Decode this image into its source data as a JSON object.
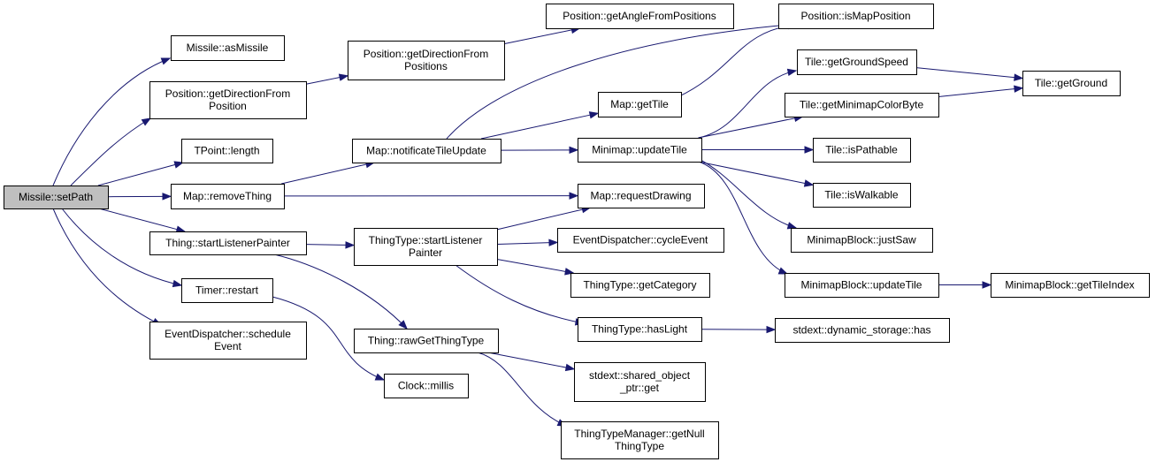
{
  "diagram": {
    "type": "call-graph",
    "nodes": [
      {
        "id": "missile_setpath",
        "lines": [
          "Missile::setPath"
        ],
        "root": true
      },
      {
        "id": "missile_asmissile",
        "lines": [
          "Missile::asMissile"
        ]
      },
      {
        "id": "position_getdirection",
        "lines": [
          "Position::getDirectionFrom",
          "Position"
        ]
      },
      {
        "id": "tpoint_length",
        "lines": [
          "TPoint::length"
        ]
      },
      {
        "id": "map_removething",
        "lines": [
          "Map::removeThing"
        ]
      },
      {
        "id": "thing_startlistenerpainter",
        "lines": [
          "Thing::startListenerPainter"
        ]
      },
      {
        "id": "timer_restart",
        "lines": [
          "Timer::restart"
        ]
      },
      {
        "id": "eventdispatcher_scheduleevent",
        "lines": [
          "EventDispatcher::schedule",
          "Event"
        ]
      },
      {
        "id": "position_getdirection_positions",
        "lines": [
          "Position::getDirectionFrom",
          "Positions"
        ]
      },
      {
        "id": "map_notificatetileupdate",
        "lines": [
          "Map::notificateTileUpdate"
        ]
      },
      {
        "id": "thingtype_startlistenerpainter",
        "lines": [
          "ThingType::startListener",
          "Painter"
        ]
      },
      {
        "id": "thing_rawgetthingtype",
        "lines": [
          "Thing::rawGetThingType"
        ]
      },
      {
        "id": "clock_millis",
        "lines": [
          "Clock::millis"
        ]
      },
      {
        "id": "position_getanglefrompositions",
        "lines": [
          "Position::getAngleFromPositions"
        ]
      },
      {
        "id": "map_gettile",
        "lines": [
          "Map::getTile"
        ]
      },
      {
        "id": "minimap_updatetile",
        "lines": [
          "Minimap::updateTile"
        ]
      },
      {
        "id": "map_requestdrawing",
        "lines": [
          "Map::requestDrawing"
        ]
      },
      {
        "id": "eventdispatcher_cycleevent",
        "lines": [
          "EventDispatcher::cycleEvent"
        ]
      },
      {
        "id": "thingtype_getcategory",
        "lines": [
          "ThingType::getCategory"
        ]
      },
      {
        "id": "thingtype_haslight",
        "lines": [
          "ThingType::hasLight"
        ]
      },
      {
        "id": "stdext_sharedobjectptr_get",
        "lines": [
          "stdext::shared_object",
          "_ptr::get"
        ]
      },
      {
        "id": "thingtypemanager_getnullthingtype",
        "lines": [
          "ThingTypeManager::getNull",
          "ThingType"
        ]
      },
      {
        "id": "position_ismapposition",
        "lines": [
          "Position::isMapPosition"
        ]
      },
      {
        "id": "tile_getgroundspeed",
        "lines": [
          "Tile::getGroundSpeed"
        ]
      },
      {
        "id": "tile_getminimapcolorbyte",
        "lines": [
          "Tile::getMinimapColorByte"
        ]
      },
      {
        "id": "tile_ispathable",
        "lines": [
          "Tile::isPathable"
        ]
      },
      {
        "id": "tile_iswalkable",
        "lines": [
          "Tile::isWalkable"
        ]
      },
      {
        "id": "minimapblock_justsaw",
        "lines": [
          "MinimapBlock::justSaw"
        ]
      },
      {
        "id": "minimapblock_updatetile",
        "lines": [
          "MinimapBlock::updateTile"
        ]
      },
      {
        "id": "stdext_dynamicstorage_has",
        "lines": [
          "stdext::dynamic_storage::has"
        ]
      },
      {
        "id": "tile_getground",
        "lines": [
          "Tile::getGround"
        ]
      },
      {
        "id": "minimapblock_gettileindex",
        "lines": [
          "MinimapBlock::getTileIndex"
        ]
      }
    ],
    "edges": [
      {
        "from": "missile_setpath",
        "to": "missile_asmissile"
      },
      {
        "from": "missile_setpath",
        "to": "position_getdirection"
      },
      {
        "from": "missile_setpath",
        "to": "tpoint_length"
      },
      {
        "from": "missile_setpath",
        "to": "map_removething"
      },
      {
        "from": "missile_setpath",
        "to": "thing_startlistenerpainter"
      },
      {
        "from": "missile_setpath",
        "to": "timer_restart"
      },
      {
        "from": "missile_setpath",
        "to": "eventdispatcher_scheduleevent"
      },
      {
        "from": "position_getdirection",
        "to": "position_getdirection_positions"
      },
      {
        "from": "position_getdirection_positions",
        "to": "position_getanglefrompositions"
      },
      {
        "from": "map_removething",
        "to": "map_notificatetileupdate"
      },
      {
        "from": "map_removething",
        "to": "map_requestdrawing"
      },
      {
        "from": "map_notificatetileupdate",
        "to": "position_ismapposition"
      },
      {
        "from": "map_notificatetileupdate",
        "to": "map_gettile"
      },
      {
        "from": "map_notificatetileupdate",
        "to": "minimap_updatetile"
      },
      {
        "from": "map_gettile",
        "to": "position_ismapposition"
      },
      {
        "from": "minimap_updatetile",
        "to": "tile_getgroundspeed"
      },
      {
        "from": "minimap_updatetile",
        "to": "tile_getminimapcolorbyte"
      },
      {
        "from": "minimap_updatetile",
        "to": "tile_ispathable"
      },
      {
        "from": "minimap_updatetile",
        "to": "tile_iswalkable"
      },
      {
        "from": "minimap_updatetile",
        "to": "minimapblock_justsaw"
      },
      {
        "from": "minimap_updatetile",
        "to": "minimapblock_updatetile"
      },
      {
        "from": "tile_getgroundspeed",
        "to": "tile_getground"
      },
      {
        "from": "tile_getminimapcolorbyte",
        "to": "tile_getground"
      },
      {
        "from": "minimapblock_updatetile",
        "to": "minimapblock_gettileindex"
      },
      {
        "from": "thing_startlistenerpainter",
        "to": "thingtype_startlistenerpainter"
      },
      {
        "from": "thing_startlistenerpainter",
        "to": "thing_rawgetthingtype"
      },
      {
        "from": "thingtype_startlistenerpainter",
        "to": "map_requestdrawing"
      },
      {
        "from": "thingtype_startlistenerpainter",
        "to": "eventdispatcher_cycleevent"
      },
      {
        "from": "thingtype_startlistenerpainter",
        "to": "thingtype_getcategory"
      },
      {
        "from": "thingtype_startlistenerpainter",
        "to": "thingtype_haslight"
      },
      {
        "from": "thingtype_haslight",
        "to": "stdext_dynamicstorage_has"
      },
      {
        "from": "thing_rawgetthingtype",
        "to": "stdext_sharedobjectptr_get"
      },
      {
        "from": "thing_rawgetthingtype",
        "to": "thingtypemanager_getnullthingtype"
      },
      {
        "from": "timer_restart",
        "to": "clock_millis"
      }
    ]
  }
}
